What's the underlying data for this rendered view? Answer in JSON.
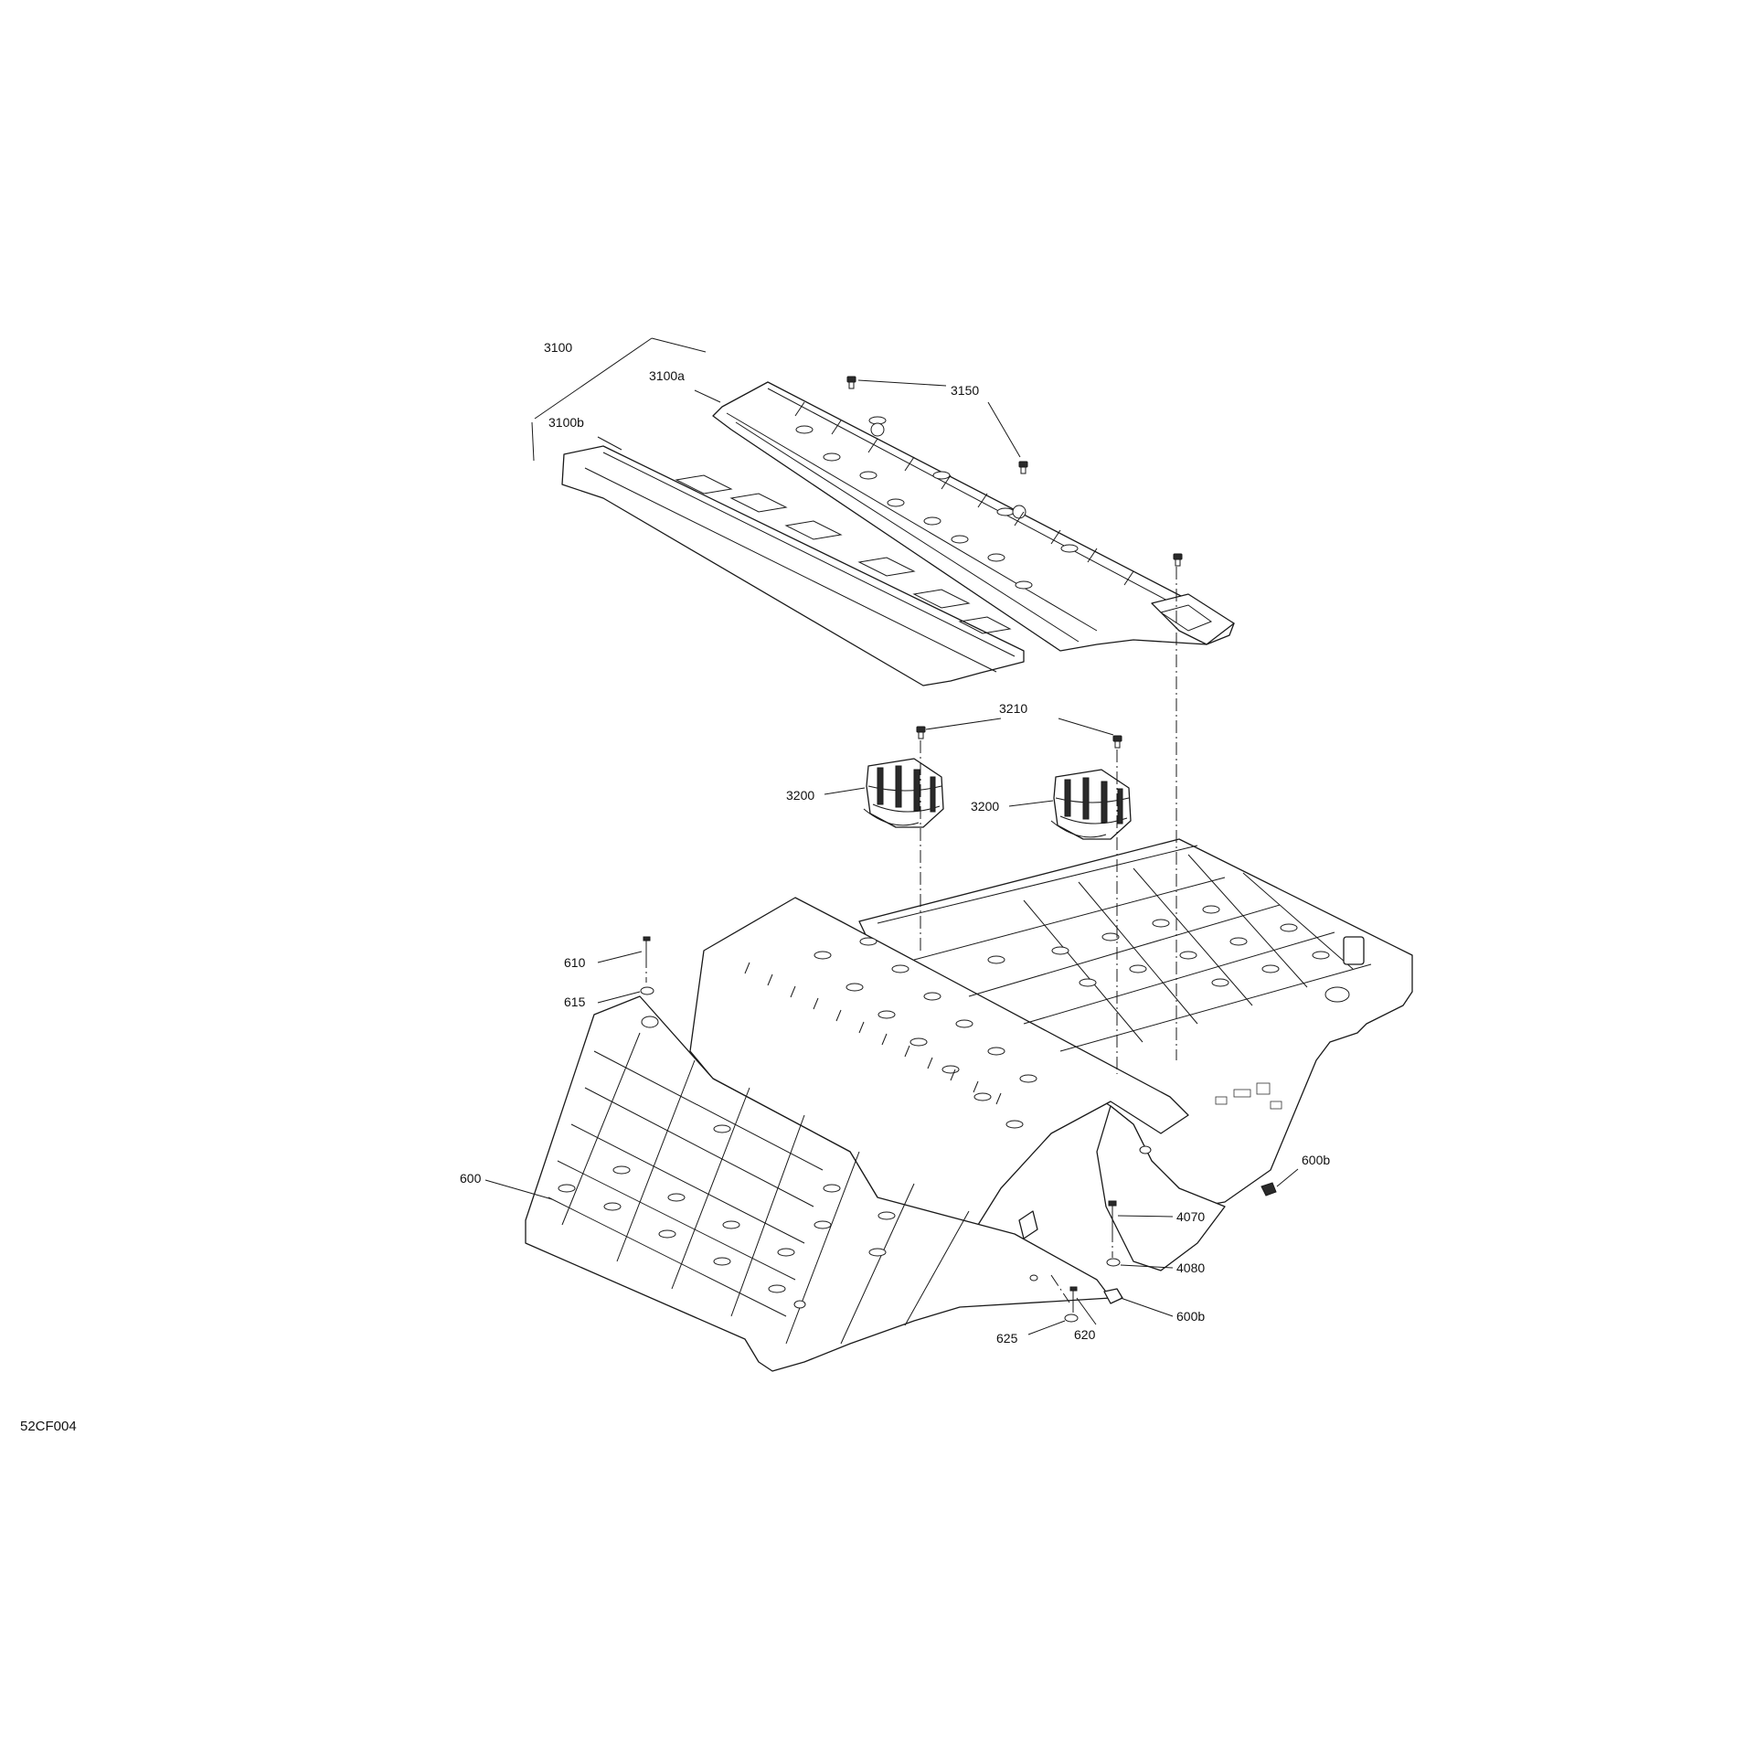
{
  "diagram_code": "52CF004",
  "callouts": {
    "c3100": "3100",
    "c3100a": "3100a",
    "c3100b": "3100b",
    "c3150": "3150",
    "c3210": "3210",
    "c3200_left": "3200",
    "c3200_right": "3200",
    "c610": "610",
    "c615": "615",
    "c600": "600",
    "c600b_top": "600b",
    "c4070": "4070",
    "c4080": "4080",
    "c600b_bottom": "600b",
    "c625": "625",
    "c620": "620"
  }
}
